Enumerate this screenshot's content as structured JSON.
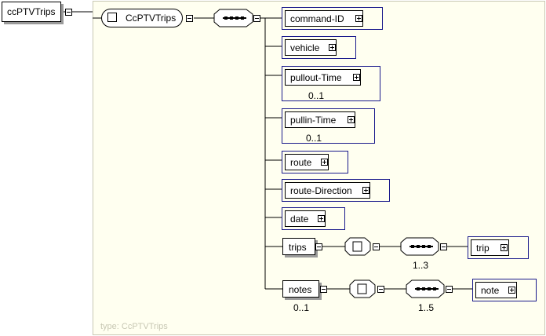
{
  "root_element": {
    "name": "ccPTVTrips"
  },
  "complex_type": {
    "name": "CcPTVTrips",
    "type_label": "type: CcPTVTrips"
  },
  "children": [
    {
      "name": "command-ID",
      "occurs": ""
    },
    {
      "name": "vehicle",
      "occurs": ""
    },
    {
      "name": "pullout-Time",
      "occurs": "0..1"
    },
    {
      "name": "pullin-Time",
      "occurs": "0..1"
    },
    {
      "name": "route",
      "occurs": ""
    },
    {
      "name": "route-Direction",
      "occurs": ""
    },
    {
      "name": "date",
      "occurs": ""
    },
    {
      "name": "trips",
      "occurs": "",
      "seq_occurs": "1..3",
      "child": "trip"
    },
    {
      "name": "notes",
      "occurs": "0..1",
      "seq_occurs": "1..5",
      "child": "note"
    }
  ]
}
